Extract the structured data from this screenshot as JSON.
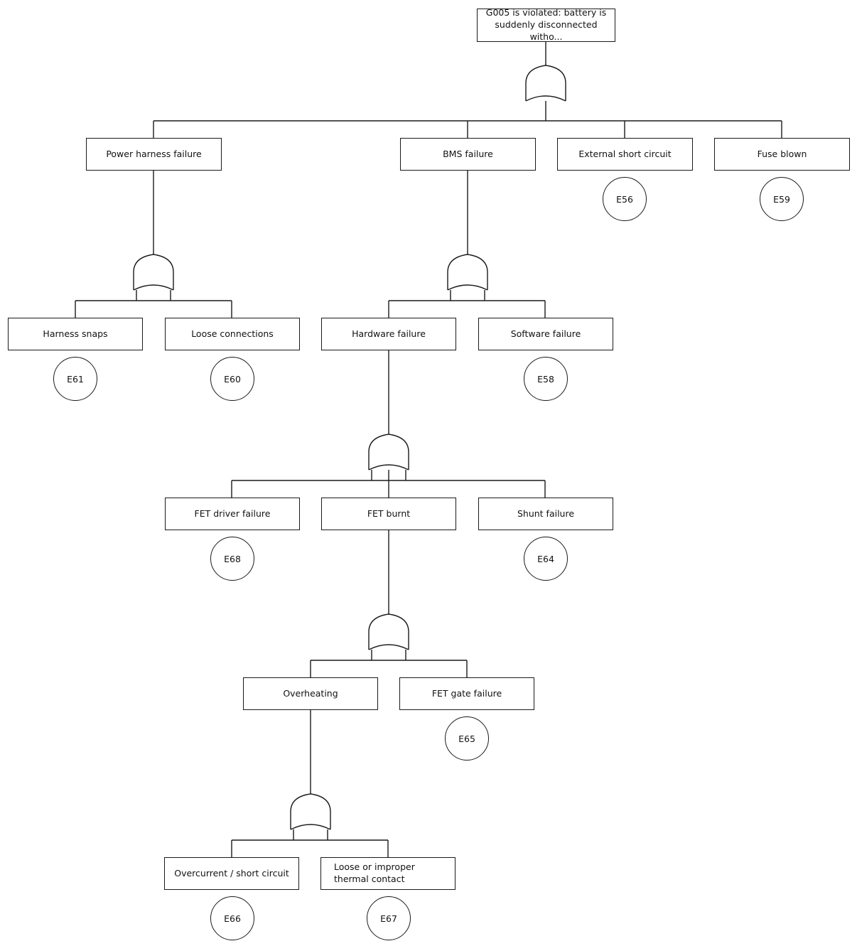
{
  "diagram": {
    "type": "fault-tree",
    "title": "G005 fault tree",
    "gate_type": "OR",
    "colors": {
      "stroke": "#1a1a1a",
      "background": "#ffffff",
      "text": "#121212"
    }
  },
  "nodes": {
    "top": {
      "label": "G005 is violated: battery is suddenly disconnected witho..."
    },
    "power_harness": {
      "label": "Power harness failure"
    },
    "bms": {
      "label": "BMS failure"
    },
    "external_short": {
      "label": "External short circuit"
    },
    "fuse_blown": {
      "label": "Fuse blown"
    },
    "harness_snaps": {
      "label": "Harness snaps"
    },
    "loose_connections": {
      "label": "Loose connections"
    },
    "hardware_failure": {
      "label": "Hardware failure"
    },
    "software_failure": {
      "label": "Software failure"
    },
    "fet_driver_failure": {
      "label": "FET driver failure"
    },
    "fet_burnt": {
      "label": "FET burnt"
    },
    "shunt_failure": {
      "label": "Shunt failure"
    },
    "overheating": {
      "label": "Overheating"
    },
    "fet_gate_failure": {
      "label": "FET gate failure"
    },
    "overcurrent": {
      "label": "Overcurrent / short circuit"
    },
    "thermal_contact": {
      "label": "Loose or improper thermal contact"
    }
  },
  "events": {
    "e56": {
      "label": "E56"
    },
    "e59": {
      "label": "E59"
    },
    "e61": {
      "label": "E61"
    },
    "e60": {
      "label": "E60"
    },
    "e58": {
      "label": "E58"
    },
    "e68": {
      "label": "E68"
    },
    "e64": {
      "label": "E64"
    },
    "e65": {
      "label": "E65"
    },
    "e66": {
      "label": "E66"
    },
    "e67": {
      "label": "E67"
    }
  },
  "gates": {
    "g_top": {
      "label": "OR"
    },
    "g_power_harness": {
      "label": "OR"
    },
    "g_bms": {
      "label": "OR"
    },
    "g_hardware": {
      "label": "OR"
    },
    "g_fet_burnt": {
      "label": "OR"
    },
    "g_overheating": {
      "label": "OR"
    }
  }
}
